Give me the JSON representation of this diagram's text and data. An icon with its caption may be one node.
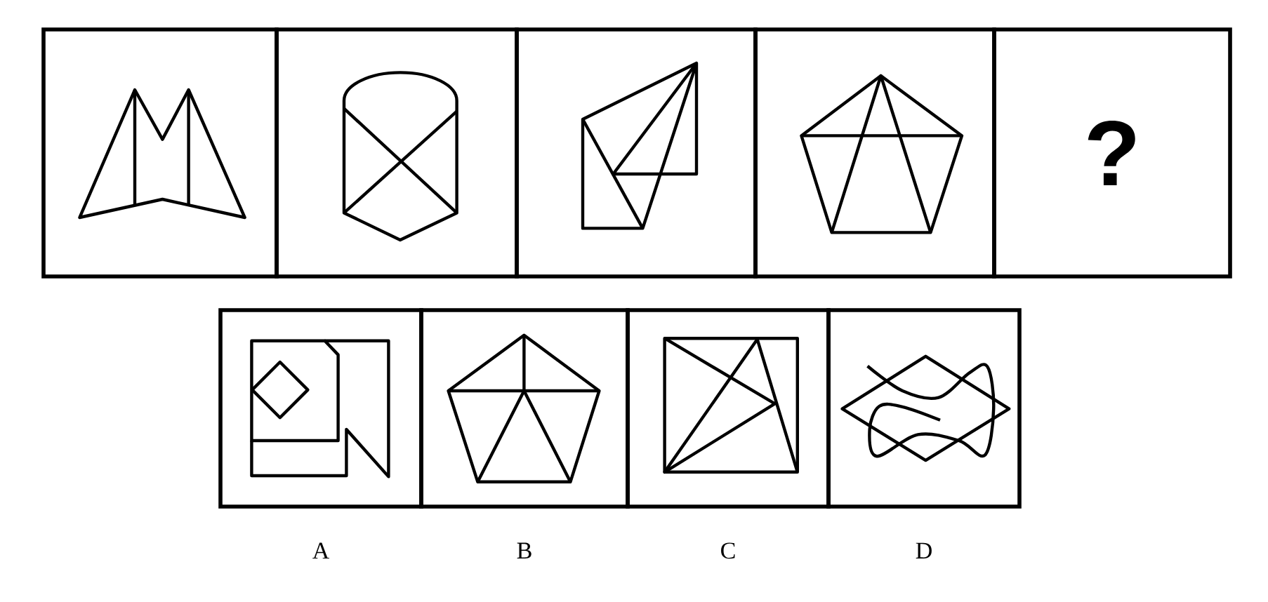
{
  "diagram": {
    "nodes": [
      {
        "text": [],
        "shape": "box"
      },
      {
        "text": [],
        "shape": "box"
      },
      {
        "text": [],
        "shape": "box"
      },
      {
        "text": [],
        "shape": "box"
      },
      {
        "text": [
          "?"
        ]
      },
      {
        "text": [],
        "shape": "box",
        "beside": [
          "A"
        ]
      },
      {
        "text": [],
        "shape": "box",
        "beside": [
          "B"
        ]
      },
      {
        "text": [],
        "shape": "box",
        "beside": [
          "C"
        ]
      },
      {
        "text": [],
        "shape": "box",
        "beside": [
          "D"
        ]
      }
    ]
  }
}
